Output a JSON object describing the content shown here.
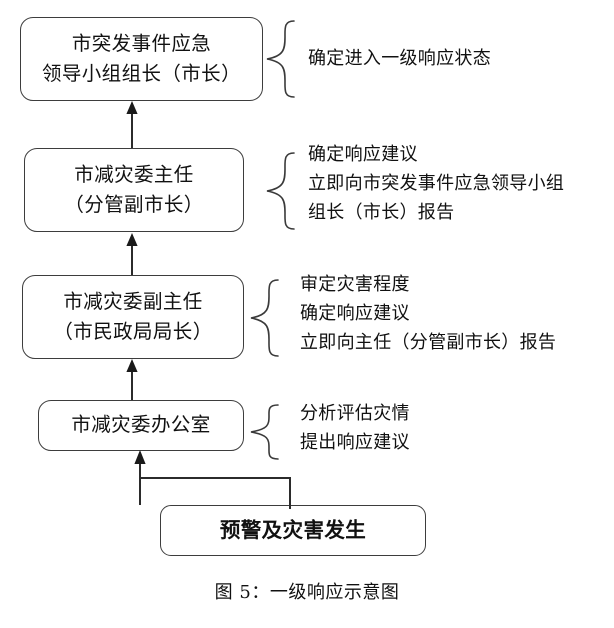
{
  "figure": {
    "caption": "图 5：一级响应示意图",
    "title_text": "一级响应示意图",
    "figure_number": "图 5"
  },
  "nodes": [
    {
      "id": "emergency-leading-group",
      "lines": [
        "市突发事件应急",
        "领导小组组长（市长）"
      ],
      "bold": false
    },
    {
      "id": "disaster-reduction-director",
      "lines": [
        "市减灾委主任",
        "（分管副市长）"
      ],
      "bold": false
    },
    {
      "id": "disaster-reduction-deputy-director",
      "lines": [
        "市减灾委副主任",
        "（市民政局局长）"
      ],
      "bold": false
    },
    {
      "id": "disaster-reduction-office",
      "lines": [
        "市减灾委办公室"
      ],
      "bold": false
    },
    {
      "id": "warning-and-disaster-occurrence",
      "lines": [
        "预警及灾害发生"
      ],
      "bold": true
    }
  ],
  "annotations": [
    {
      "for": "emergency-leading-group",
      "lines": [
        "确定进入一级响应状态"
      ]
    },
    {
      "for": "disaster-reduction-director",
      "lines": [
        "确定响应建议",
        "立即向市突发事件应急领导小组",
        "组长（市长）报告"
      ]
    },
    {
      "for": "disaster-reduction-deputy-director",
      "lines": [
        "审定灾害程度",
        "确定响应建议",
        "立即向主任（分管副市长）报告"
      ]
    },
    {
      "for": "disaster-reduction-office",
      "lines": [
        "分析评估灾情",
        "提出响应建议"
      ]
    }
  ],
  "flow": {
    "direction": "bottom-to-top",
    "edges": [
      {
        "from": "warning-and-disaster-occurrence",
        "to": "disaster-reduction-office",
        "style": "elbow-arrow"
      },
      {
        "from": "disaster-reduction-office",
        "to": "disaster-reduction-deputy-director",
        "style": "straight-arrow"
      },
      {
        "from": "disaster-reduction-deputy-director",
        "to": "disaster-reduction-director",
        "style": "straight-arrow"
      },
      {
        "from": "disaster-reduction-director",
        "to": "emergency-leading-group",
        "style": "straight-arrow"
      }
    ]
  },
  "colors": {
    "box_border": "#3d3d3d",
    "text": "#111111",
    "line": "#2b2b2b",
    "background": "#ffffff"
  }
}
